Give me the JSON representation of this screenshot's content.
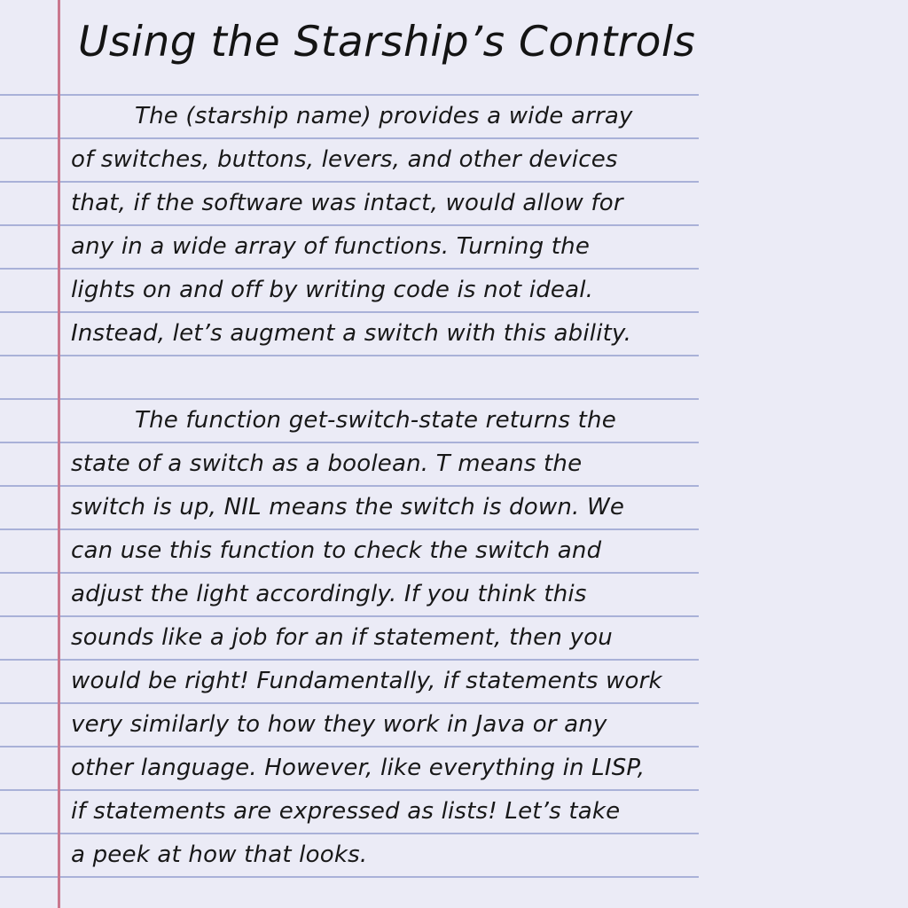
{
  "colors": {
    "paper": "#ebebf6",
    "ruled_line": "#a9b1d8",
    "margin_line": "#c9788e",
    "ink": "#181818"
  },
  "title": "Using the Starship’s Controls",
  "paragraphs": [
    {
      "lines": [
        "The (starship name) provides a wide array",
        "of switches, buttons, levers, and other devices",
        "that, if the software was intact, would allow for",
        "any in a wide array of functions. Turning the",
        "lights on and off by writing code is not ideal.",
        "Instead, let’s augment a switch with this ability."
      ]
    },
    {
      "lines": [
        "The function get-switch-state returns the",
        "state of a switch as a boolean. T means the",
        "switch is up, NIL means the switch is down. We",
        "can use this function to check the switch and",
        "adjust the light accordingly. If you think this",
        "sounds like a job for an if statement, then you",
        "would be right! Fundamentally, if statements work",
        "very similarly to how they work in Java or any",
        "other language. However, like everything in LISP,",
        "if statements are expressed as lists! Let’s take",
        "a peek at how that looks."
      ]
    }
  ]
}
